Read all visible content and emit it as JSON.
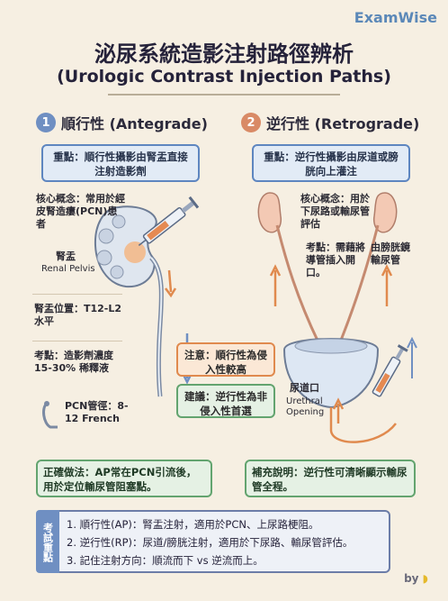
{
  "brand": "ExamWise",
  "title": "泌尿系統造影注射路徑辨析",
  "subtitle": "(Urologic Contrast Injection Paths)",
  "antegrade": {
    "number": "1",
    "heading": "順行性 (Antegrade)",
    "key_point": "重點：順行性攝影由腎盂直接注射造影劑",
    "concept": "核心概念：常用於經皮腎造瘻(PCN)患者",
    "renal_pelvis_zh": "腎盂",
    "renal_pelvis_en": "Renal Pelvis",
    "level": "腎盂位置：T12-L2 水平",
    "concentration": "考點：造影劑濃度 15-30% 稀釋液",
    "pcn_tube": "PCN管徑：8-12 French",
    "correct_practice": "正確做法：AP常在PCN引流後，用於定位輸尿管阻塞點。"
  },
  "retrograde": {
    "number": "2",
    "heading": "逆行性 (Retrograde)",
    "key_point": "重點：逆行性攝影由尿道或膀胱向上灌注",
    "concept": "核心概念：用於下尿路或輸尿管評估",
    "exam_point": "考點：需藉將導管插入開口。",
    "cystoscope": "由膀胱鏡輸尿管",
    "urethral_zh": "尿道口",
    "urethral_en": "Urethral Opening",
    "supplement": "補充說明：逆行性可清晰顯示輸尿管全程。"
  },
  "center": {
    "note_invasive": "注意：順行性為侵入性較高",
    "suggest_noninvasive": "建議：逆行性為非侵入性首選"
  },
  "summary": {
    "label": "考試重點",
    "items": [
      "1. 順行性(AP)：腎盂注射，適用於PCN、上尿路梗阻。",
      "2. 逆行性(RP)：尿道/膀胱注射，適用於下尿路、輸尿管評估。",
      "3. 記住注射方向：順流而下 vs 逆流而上。"
    ]
  },
  "byline": "by",
  "colors": {
    "accent_blue": "#6f8fc2",
    "accent_orange": "#e08a4e",
    "accent_green": "#63a46f",
    "background": "#f6efe2"
  }
}
